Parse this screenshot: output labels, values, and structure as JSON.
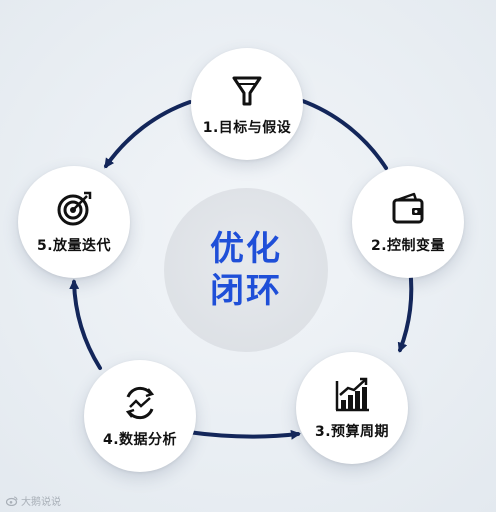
{
  "center": {
    "line1": "优化",
    "line2": "闭环"
  },
  "steps": [
    {
      "label": "1.目标与假设",
      "icon": "funnel-icon"
    },
    {
      "label": "2.控制变量",
      "icon": "wallet-icon"
    },
    {
      "label": "3.预算周期",
      "icon": "bar-chart-growth-icon"
    },
    {
      "label": "4.数据分析",
      "icon": "cycle-trend-icon"
    },
    {
      "label": "5.放量迭代",
      "icon": "target-arrow-icon"
    }
  ],
  "watermark": {
    "text": "大鹅说说",
    "icon": "weibo-icon"
  },
  "colors": {
    "arrow": "#13265a",
    "accent": "#1f4fd8",
    "node_bg": "#ffffff"
  }
}
